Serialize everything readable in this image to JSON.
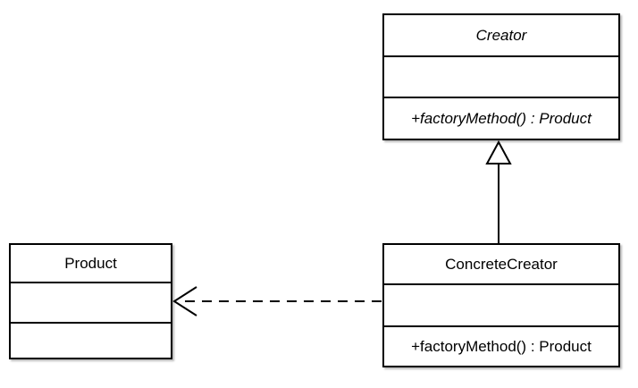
{
  "classes": {
    "creator": {
      "name": "Creator",
      "abstract": true,
      "attributes": "",
      "method": "+factoryMethod() : Product"
    },
    "concrete_creator": {
      "name": "ConcreteCreator",
      "abstract": false,
      "attributes": "",
      "method": "+factoryMethod() : Product"
    },
    "product": {
      "name": "Product",
      "abstract": false,
      "attributes": "",
      "method": ""
    }
  },
  "relationships": [
    {
      "type": "generalization",
      "from": "ConcreteCreator",
      "to": "Creator",
      "line": "solid",
      "arrowhead": "hollow-triangle"
    },
    {
      "type": "dependency",
      "from": "ConcreteCreator",
      "to": "Product",
      "line": "dashed",
      "arrowhead": "open-arrow"
    }
  ],
  "colors": {
    "line": "#000000",
    "fill": "#ffffff",
    "background": "#ffffff"
  }
}
